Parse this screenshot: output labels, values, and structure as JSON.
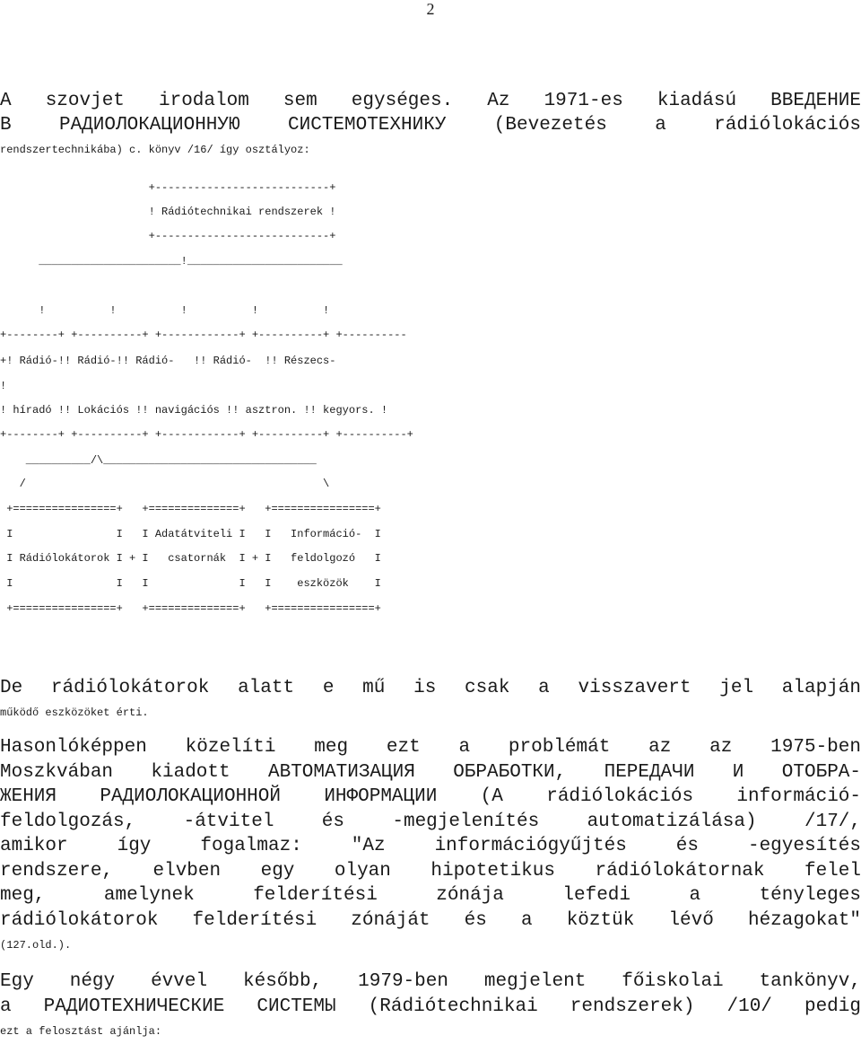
{
  "page_number": "2",
  "intro": [
    "    A szovjet irodalom sem egységes. Az 1971-es  kiadású ВВЕДЕНИЕ",
    "В РАДИОЛОКАЦИОННУЮ СИСТЕМОТЕХНИКУ (Bevezetés  a  rádiólokációs",
    "rendszertechnikába) c. könyv /16/ így osztályoz:"
  ],
  "diagram": [
    "                       +---------------------------+",
    "                       ! Rádiótechnikai rendszerek !",
    "                       +---------------------------+",
    "      ______________________!________________________",
    "",
    "      !          !          !          !          !",
    "+--------+ +----------+ +------------+ +----------+ +----------",
    "+! Rádió-!! Rádió-!! Rádió-   !! Rádió-  !! Részecs-",
    "!",
    "! híradó !! Lokációs !! navigációs !! asztron. !! kegyors. !",
    "+--------+ +----------+ +------------+ +----------+ +----------+",
    "    __________/\\_________________________________",
    "   /                                              \\",
    " +================+   +==============+   +================+",
    " I                I   I Adatátviteli I   I   Információ-  I",
    " I Rádiólokátorok I + I   csatornák  I + I   feldolgozó   I",
    " I                I   I              I   I    eszközök    I",
    " +================+   +==============+   +================+"
  ],
  "paragraphs": [
    [
      "   De rádiólokátorok alatt e mű is csak a visszavert jel alapján",
      "működő eszközöket érti."
    ],
    [
      "   Hasonlóképpen közelíti meg ezt a  problémát az az 1975-ben",
      "Moszkvában kiadott АВТОМАТИЗАЦИЯ ОБРАБОТКИ, ПЕРЕДАЧИ И ОТОБРА-",
      "ЖЕНИЯ РАДИОЛОКАЦИОННОЙ ИНФОРМАЦИИ (A rádiólokációs információ-",
      "feldolgozás, -átvitel és -megjelenítés automatizálása) /17/,",
      "amikor így fogalmaz: \"Az információgyűjtés és -egyesítés",
      "rendszere, elvben egy olyan hipotetikus rádiólokátornak felel",
      "meg, amelynek felderítési zónája lefedi a tényleges",
      "rádiólokátorok felderítési zónáját és a köztük lévő hézagokat\"",
      "(127.old.)."
    ],
    [
      "   Egy négy évvel később, 1979-ben megjelent főiskolai tankönyv,",
      "a РАДИОТЕХНИЧЕСКИЕ СИСТЕМЫ (Rádiótechnikai rendszerek) /10/ pedig",
      "ezt a felosztást ajánlja:"
    ]
  ]
}
